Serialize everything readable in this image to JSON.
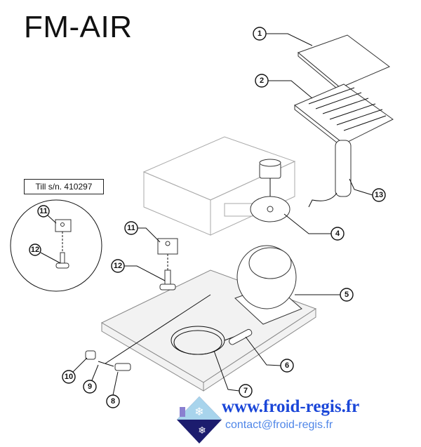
{
  "title": "FM-AIR",
  "inset_label": "Till s/n. 410297",
  "callouts": {
    "c1": "1",
    "c2": "2",
    "c4": "4",
    "c5": "5",
    "c6": "6",
    "c7": "7",
    "c8": "8",
    "c9": "9",
    "c10": "10",
    "c11": "11",
    "c12": "12",
    "c13": "13",
    "i11": "11",
    "i12": "12"
  },
  "footer": {
    "website": "www.froid-regis.fr",
    "email": "contact@froid-regis.fr"
  },
  "colors": {
    "website": "#1a46d8",
    "email": "#4f86e8",
    "logo_dark": "#1c1c6e",
    "logo_light": "#a8d4ec"
  }
}
